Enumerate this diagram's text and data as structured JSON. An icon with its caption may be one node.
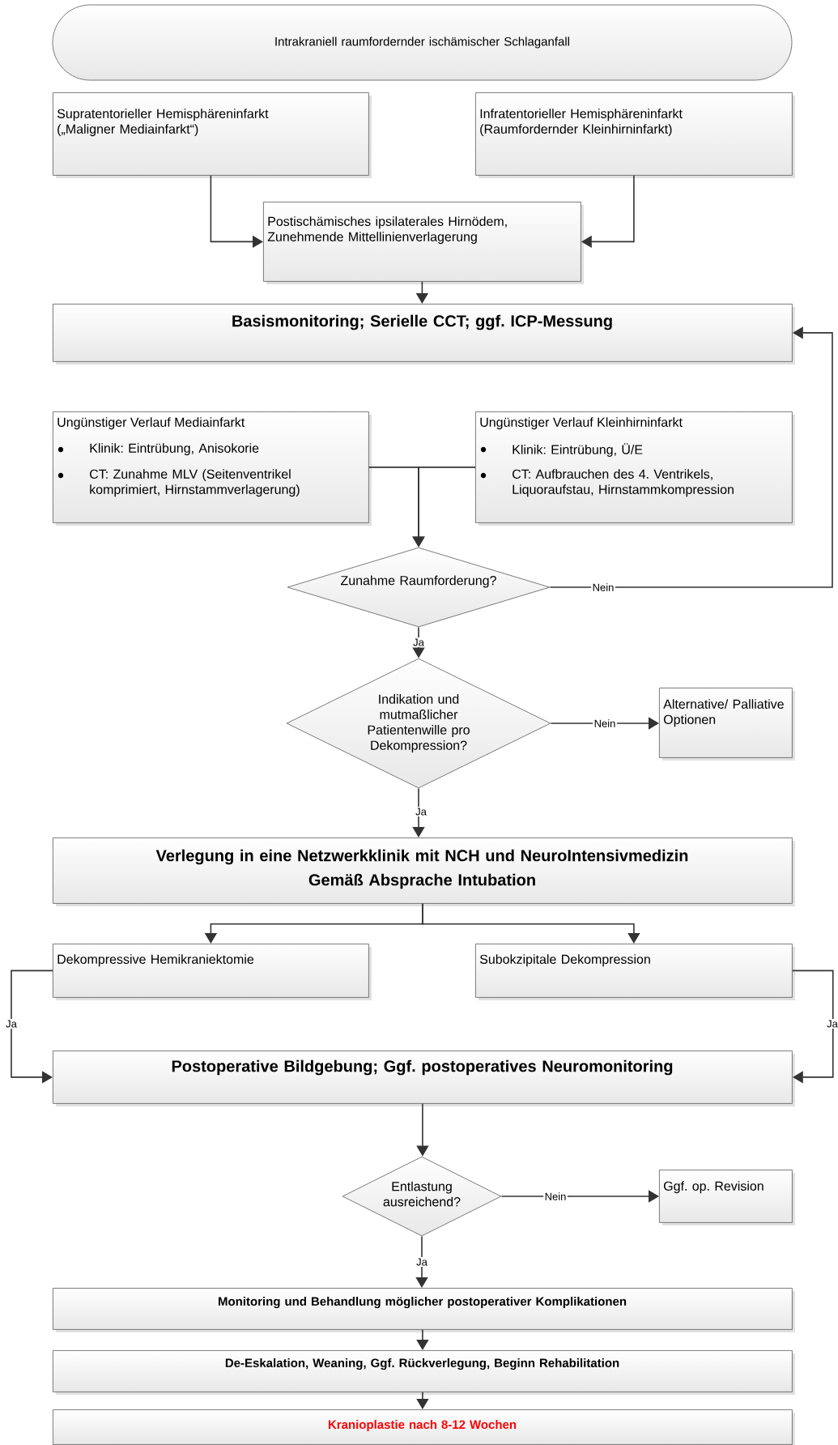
{
  "diagram": {
    "nodes": [
      {
        "text": [
          "Intrakraniell raumfordernder ischämischer Schlaganfall"
        ]
      },
      {
        "text": [
          "Supratentorieller Hemisphäreninfarkt („Maligner Mediainfarkt“)"
        ]
      },
      {
        "text": [
          "Infratentorieller Hemisphäreninfarkt (Raumfordernder Kleinhirninfarkt)"
        ]
      },
      {
        "text": [
          "Postischämisches ipsilaterales Hirnödem, Zunehmende Mittellinienverlagerung"
        ]
      },
      {
        "text": [
          "Basismonitoring; Serielle CCT; ggf. ICP-Messung"
        ]
      },
      {
        "text": [
          "Ungünstiger Verlauf Mediainfarkt",
          "Klinik: Eintrübung, Anisokorie",
          "CT: Zunahme MLV (Seitenventrikel komprimiert, Hirnstammverlagerung)"
        ]
      },
      {
        "text": [
          "Ungünstiger Verlauf Kleinhirninfarkt",
          "Klinik: Eintrübung, Ü/E",
          "CT: Aufbrauchen des 4. Ventrikels, Liquoraufstau, Hirnstammkompression"
        ]
      },
      {
        "text": [
          "Zunahme Raumforderung?"
        ]
      },
      {
        "text": [
          "Indikation und mutmaßlicher Patientenwille pro Dekompression?"
        ]
      },
      {
        "text": [
          "Alternative/ Palliative Optionen"
        ]
      },
      {
        "text": [
          "Verlegung in eine Netzwerkklinik mit NCH und NeuroIntensivmedizin",
          "Gemäß Absprache Intubation"
        ]
      },
      {
        "text": [
          "Dekompressive Hemikraniektomie"
        ]
      },
      {
        "text": [
          "Subokzipitale Dekompression"
        ]
      },
      {
        "text": [
          "Postoperative Bildgebung; Ggf. postoperatives Neuromonitoring"
        ]
      },
      {
        "text": [
          "Entlastung ausreichend?"
        ]
      },
      {
        "text": [
          "Ggf. op. Revision"
        ]
      },
      {
        "text": [
          "Monitoring und Behandlung möglicher postoperativer Komplikationen"
        ]
      },
      {
        "text": [
          "De-Eskalation, Weaning, Ggf. Rückverlegung, Beginn Rehabilitation"
        ]
      },
      {
        "text": [
          "Kranioplastie nach 8-12 Wochen"
        ]
      }
    ],
    "edges": [
      {
        "from": 1,
        "to": 3,
        "arrow": "to"
      },
      {
        "from": 2,
        "to": 3,
        "arrow": "to"
      },
      {
        "from": 3,
        "to": 4,
        "arrow": "to"
      },
      {
        "from": 5,
        "to": 7,
        "arrow": "to"
      },
      {
        "from": 6,
        "to": 7,
        "arrow": "to"
      },
      {
        "from": 7,
        "to": 4,
        "arrow": "to",
        "label": "Nein"
      },
      {
        "from": 7,
        "to": 8,
        "arrow": "to",
        "label": "Ja"
      },
      {
        "from": 8,
        "to": 9,
        "arrow": "to",
        "label": "Nein"
      },
      {
        "from": 8,
        "to": 10,
        "arrow": "to",
        "label": "Ja"
      },
      {
        "from": 10,
        "to": 11,
        "arrow": "to"
      },
      {
        "from": 10,
        "to": 12,
        "arrow": "to"
      },
      {
        "from": 11,
        "to": 13,
        "arrow": "to",
        "label": "Ja"
      },
      {
        "from": 12,
        "to": 13,
        "arrow": "to",
        "label": "Ja"
      },
      {
        "from": 13,
        "to": 14,
        "arrow": "to"
      },
      {
        "from": 14,
        "to": 15,
        "arrow": "to",
        "label": "Nein"
      },
      {
        "from": 14,
        "to": 16,
        "arrow": "to",
        "label": "Ja"
      },
      {
        "from": 16,
        "to": 17,
        "arrow": "to"
      },
      {
        "from": 17,
        "to": 18,
        "arrow": "to"
      }
    ]
  }
}
